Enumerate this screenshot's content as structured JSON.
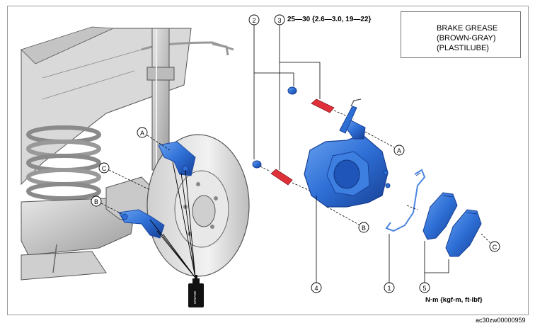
{
  "torque_spec": "25—30 {2.6—3.0, 19—22}",
  "legend": {
    "line1": "BRAKE GREASE",
    "line2": "(BROWN-GRAY)",
    "line3": "(PLASTILUBE)",
    "icon": "grease-tube-icon",
    "icon_text": "GREASE"
  },
  "callouts": {
    "n1": "1",
    "n2": "2",
    "n3": "3",
    "n4": "4",
    "n5": "5",
    "a": "A",
    "b": "B",
    "c": "C"
  },
  "units_note": "N·m {kgf-m, ft-lbf}",
  "image_code": "ac30zw00000959",
  "colors": {
    "part_blue": "#2e6fd6",
    "part_blue_dark": "#1b48a0",
    "bolt_red": "#e0303a",
    "metal_gray": "#bdbdbd",
    "outline": "#333333"
  }
}
